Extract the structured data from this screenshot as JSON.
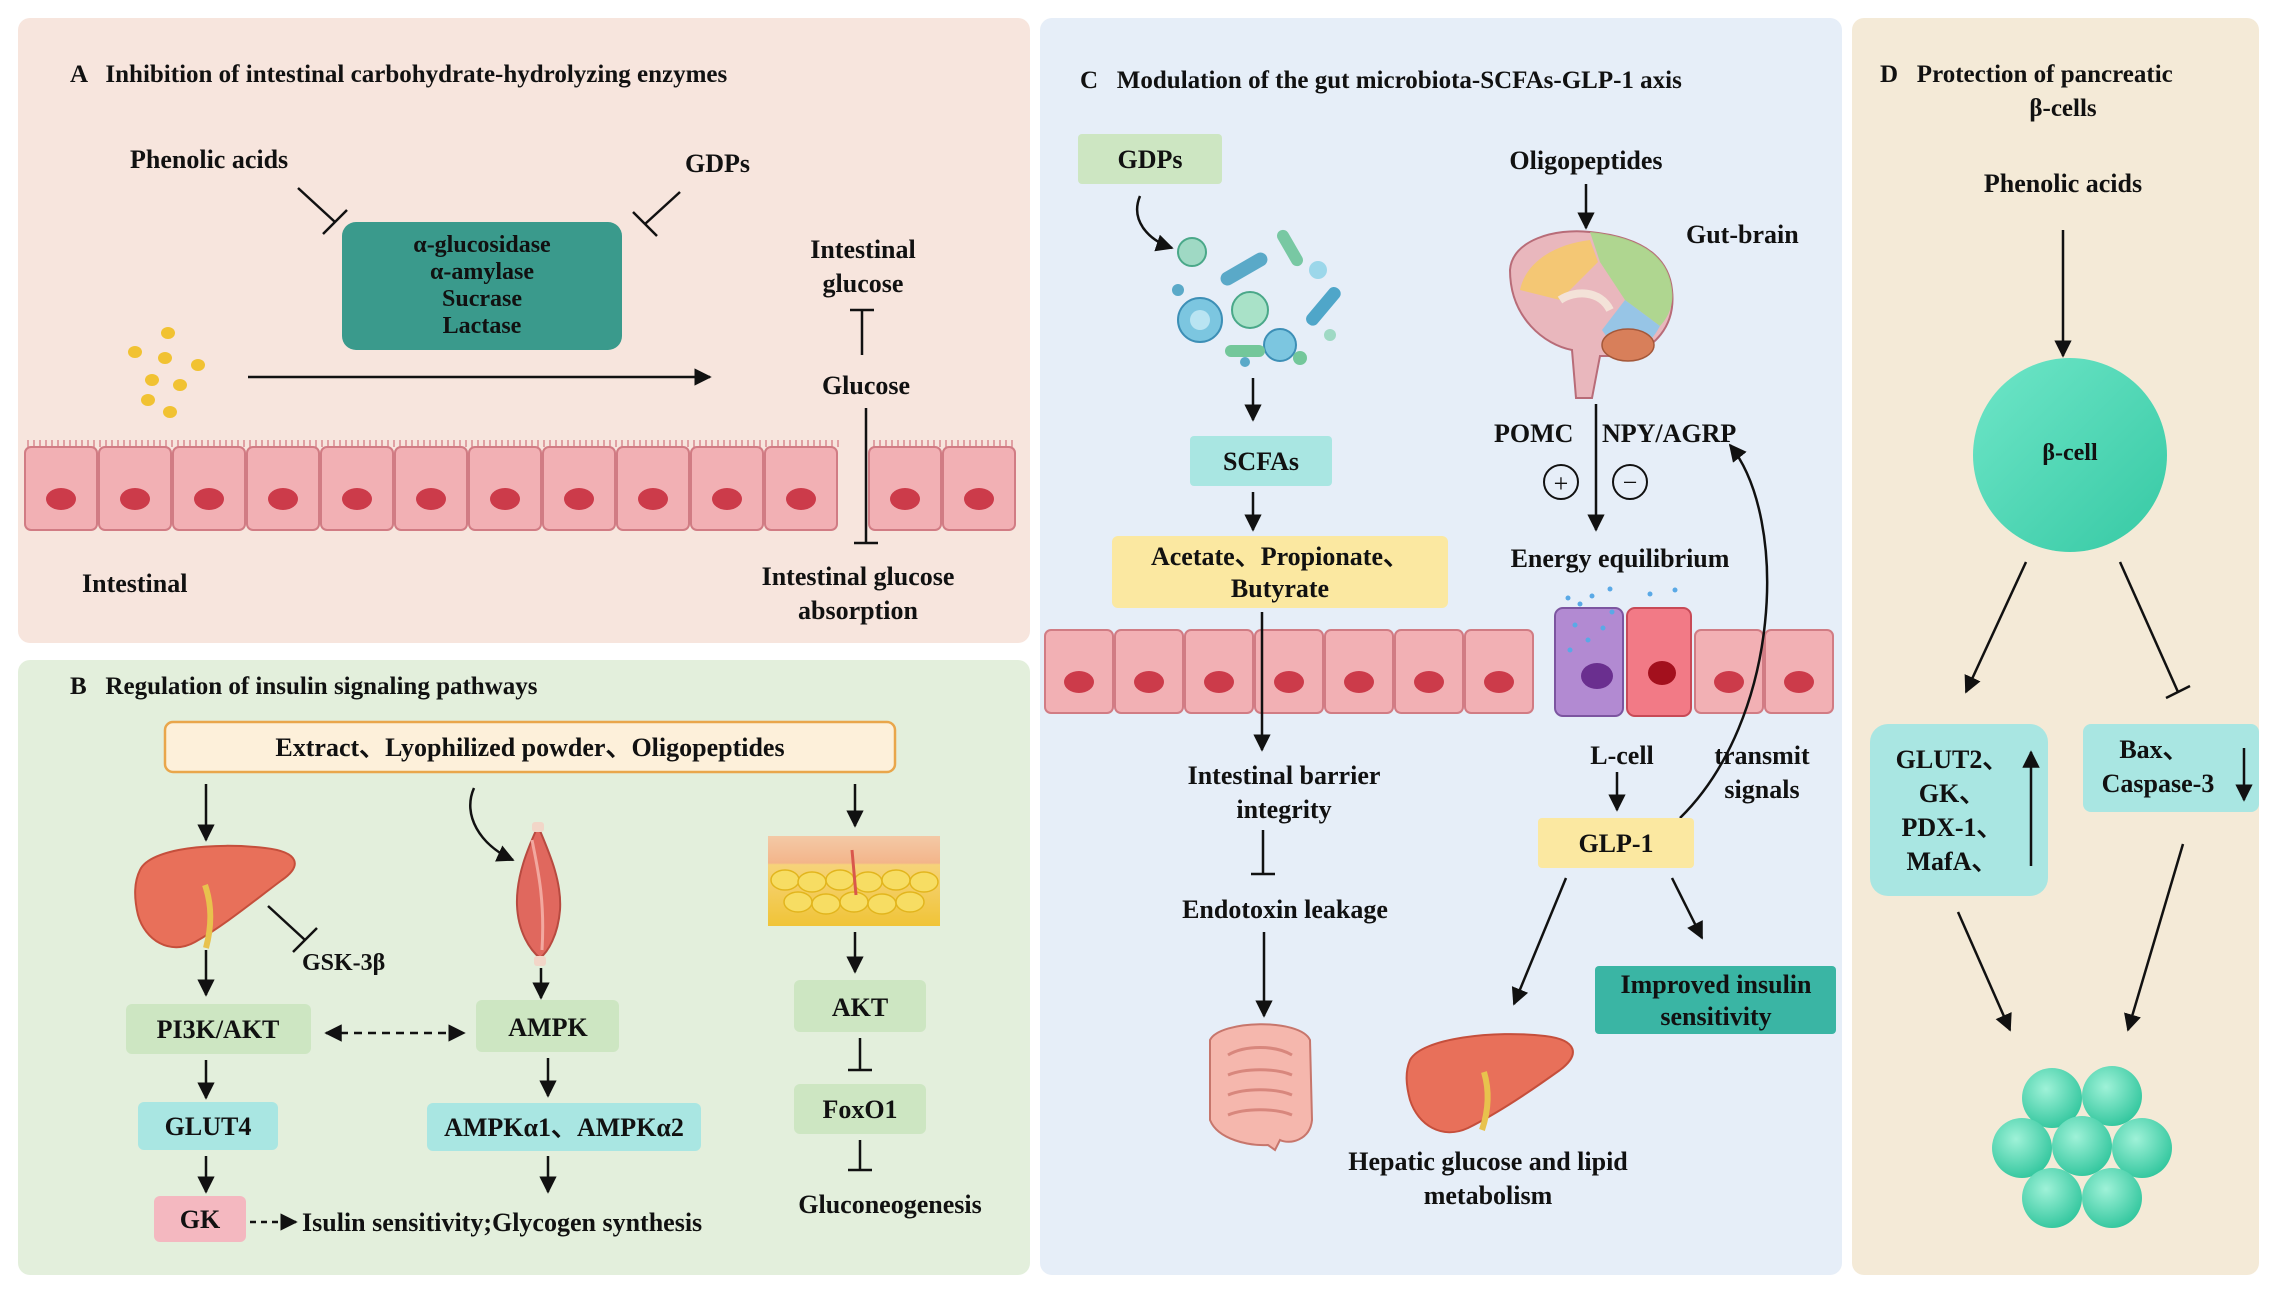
{
  "colors": {
    "panel_a": "#f7e5dd",
    "panel_b": "#e3efdc",
    "panel_c": "#e6eef8",
    "panel_d": "#f4ead7",
    "teal_box": "#3a9a8c",
    "green_box": "#cde6c2",
    "cyan_box": "#a9e6e2",
    "yellow_box": "#fbe8a1",
    "pink_box": "#f4b8c0",
    "cell_fill": "#f2b0b4",
    "nucleus": "#cc3b4a"
  },
  "panel_a": {
    "title": "A   Inhibition of intestinal carbohydrate-hydrolyzing enzymes",
    "phenolic": "Phenolic acids",
    "gdps": "GDPs",
    "enzymes": [
      "α-glucosidase",
      "α-amylase",
      "Sucrase",
      "Lactase"
    ],
    "intestinal_glucose": [
      "Intestinal",
      "glucose"
    ],
    "glucose": "Glucose",
    "intestinal": "Intestinal",
    "absorption": [
      "Intestinal glucose",
      "absorption"
    ]
  },
  "panel_b": {
    "title": "B   Regulation of insulin signaling pathways",
    "source": "Extract、Lyophilized powder、Oligopeptides",
    "gsk": "GSK-3β",
    "pi3k": "PI3K/AKT",
    "ampk": "AMPK",
    "akt": "AKT",
    "glut4": "GLUT4",
    "ampk_sub": "AMPKα1、AMPKα2",
    "foxo1": "FoxO1",
    "gk": "GK",
    "gk_effect": "Isulin sensitivity;Glycogen synthesis",
    "gluconeo": "Gluconeogenesis"
  },
  "panel_c": {
    "title": "C   Modulation of the gut microbiota-SCFAs-GLP-1 axis",
    "gdps": "GDPs",
    "oligopeptides": "Oligopeptides",
    "gut_brain": "Gut-brain",
    "scfas": "SCFAs",
    "pomc": "POMC",
    "npy": "NPY/AGRP",
    "plus": "+",
    "minus": "−",
    "acetate": [
      "Acetate、Propionate、",
      "Butyrate"
    ],
    "energy": "Energy equilibrium",
    "barrier": [
      "Intestinal barrier",
      "integrity"
    ],
    "lcell": "L-cell",
    "transmit": [
      "transmit",
      "signals"
    ],
    "glp1": "GLP-1",
    "endotoxin": "Endotoxin leakage",
    "insulin_sens": [
      "Improved insulin",
      "sensitivity"
    ],
    "hepatic": [
      "Hepatic glucose and lipid",
      "metabolism"
    ]
  },
  "panel_d": {
    "title": [
      "D   Protection of pancreatic",
      "β-cells"
    ],
    "phenolic": "Phenolic acids",
    "beta_cell": "β-cell",
    "up_genes": [
      "GLUT2、",
      "GK、",
      "PDX-1、",
      "MafA、"
    ],
    "down_genes": [
      "Bax、",
      "Caspase-3"
    ]
  }
}
